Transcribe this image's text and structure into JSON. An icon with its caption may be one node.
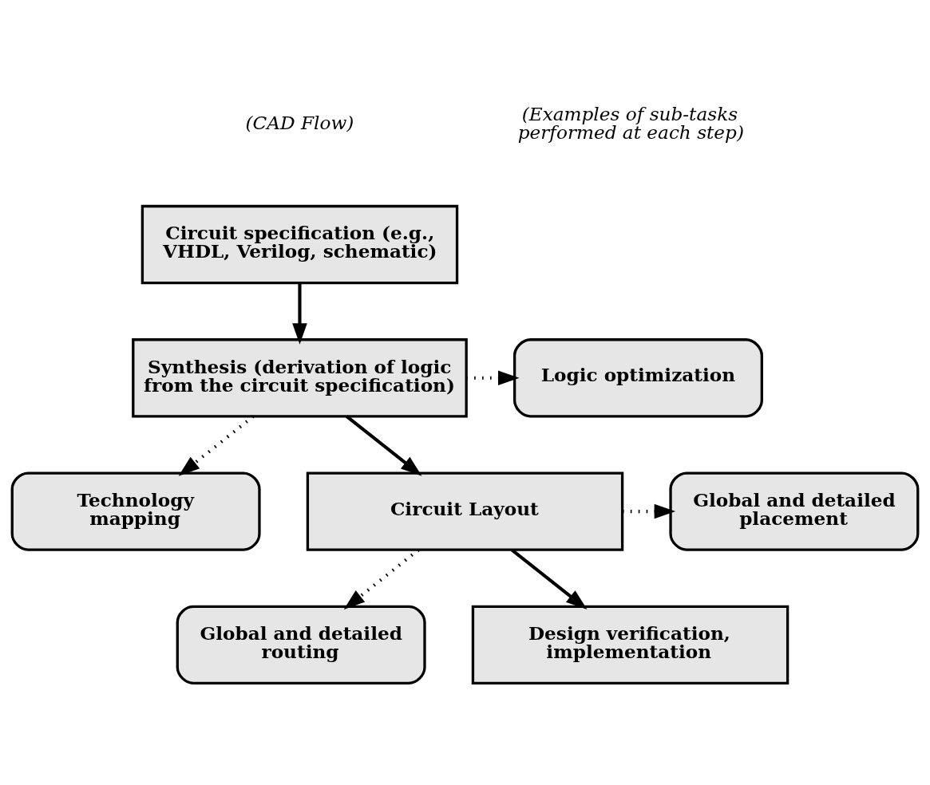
{
  "diagram": {
    "nodes": [
      {
        "text": [
          "Circuit specification (e.g., VHDL, Verilog, schematic)"
        ]
      },
      {
        "text": [
          "Synthesis (derivation of logic from the circuit specification)"
        ]
      },
      {
        "text": [
          "Logic optimization"
        ]
      },
      {
        "text": [
          "Technology mapping"
        ]
      },
      {
        "text": [
          "Circuit Layout"
        ]
      },
      {
        "text": [
          "Global and detailed placement"
        ]
      },
      {
        "text": [
          "Global and detailed routing"
        ]
      },
      {
        "text": [
          "Design verification, implementation"
        ]
      }
    ],
    "edges": [
      {
        "from": 0,
        "to": 1,
        "arrow": "to"
      },
      {
        "from": 1,
        "to": 2,
        "arrow": "to",
        "style": "dashed"
      },
      {
        "from": 1,
        "to": 3,
        "arrow": "to",
        "style": "dashed"
      },
      {
        "from": 1,
        "to": 4,
        "arrow": "to"
      },
      {
        "from": 4,
        "to": 5,
        "arrow": "to",
        "style": "dashed"
      },
      {
        "from": 4,
        "to": 6,
        "arrow": "to",
        "style": "dashed"
      },
      {
        "from": 4,
        "to": 7,
        "arrow": "to"
      }
    ],
    "labels": [
      "(CAD Flow)",
      "(Examples of sub-tasks performed at each step)"
    ]
  }
}
